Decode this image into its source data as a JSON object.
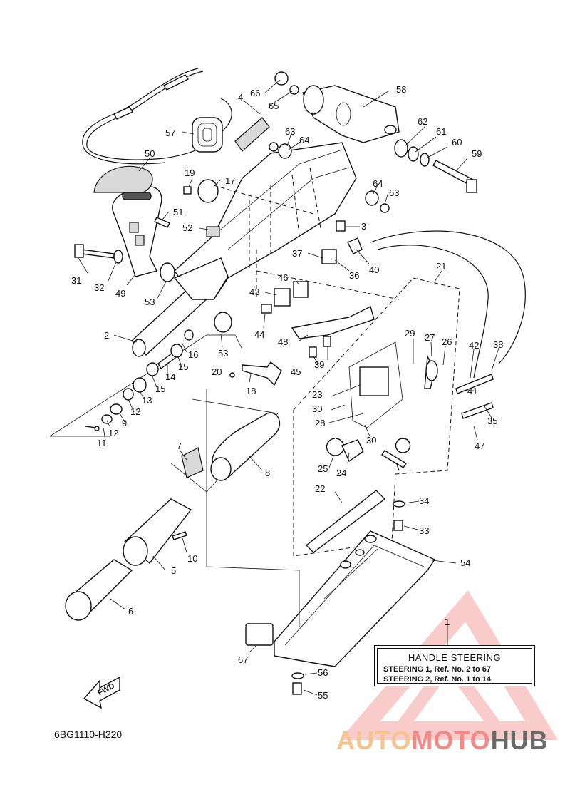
{
  "diagram": {
    "code": "6BG1110-H220",
    "fwd_label": "FWD",
    "legend": {
      "title": "HANDLE STEERING",
      "rows": [
        "STEERING 1, Ref. No. 2 to 67",
        "STEERING 2, Ref. No. 1 to 14"
      ]
    },
    "callouts": [
      {
        "id": "c1",
        "label": "1"
      },
      {
        "id": "c2",
        "label": "2"
      },
      {
        "id": "c3",
        "label": "3"
      },
      {
        "id": "c4",
        "label": "4"
      },
      {
        "id": "c5",
        "label": "5"
      },
      {
        "id": "c6",
        "label": "6"
      },
      {
        "id": "c7",
        "label": "7"
      },
      {
        "id": "c8",
        "label": "8"
      },
      {
        "id": "c9",
        "label": "9"
      },
      {
        "id": "c10",
        "label": "10"
      },
      {
        "id": "c11",
        "label": "11"
      },
      {
        "id": "c12a",
        "label": "12"
      },
      {
        "id": "c12b",
        "label": "12"
      },
      {
        "id": "c13",
        "label": "13"
      },
      {
        "id": "c14",
        "label": "14"
      },
      {
        "id": "c15a",
        "label": "15"
      },
      {
        "id": "c15b",
        "label": "15"
      },
      {
        "id": "c16",
        "label": "16"
      },
      {
        "id": "c17",
        "label": "17"
      },
      {
        "id": "c18",
        "label": "18"
      },
      {
        "id": "c19",
        "label": "19"
      },
      {
        "id": "c20",
        "label": "20"
      },
      {
        "id": "c21",
        "label": "21"
      },
      {
        "id": "c22",
        "label": "22"
      },
      {
        "id": "c23",
        "label": "23"
      },
      {
        "id": "c24",
        "label": "24"
      },
      {
        "id": "c25",
        "label": "25"
      },
      {
        "id": "c26",
        "label": "26"
      },
      {
        "id": "c27",
        "label": "27"
      },
      {
        "id": "c28",
        "label": "28"
      },
      {
        "id": "c29",
        "label": "29"
      },
      {
        "id": "c30a",
        "label": "30"
      },
      {
        "id": "c30b",
        "label": "30"
      },
      {
        "id": "c31",
        "label": "31"
      },
      {
        "id": "c32",
        "label": "32"
      },
      {
        "id": "c33",
        "label": "33"
      },
      {
        "id": "c34",
        "label": "34"
      },
      {
        "id": "c35",
        "label": "35"
      },
      {
        "id": "c36",
        "label": "36"
      },
      {
        "id": "c37",
        "label": "37"
      },
      {
        "id": "c38",
        "label": "38"
      },
      {
        "id": "c39",
        "label": "39"
      },
      {
        "id": "c40",
        "label": "40"
      },
      {
        "id": "c41",
        "label": "41"
      },
      {
        "id": "c42",
        "label": "42"
      },
      {
        "id": "c43",
        "label": "43"
      },
      {
        "id": "c44",
        "label": "44"
      },
      {
        "id": "c45",
        "label": "45"
      },
      {
        "id": "c46",
        "label": "46"
      },
      {
        "id": "c47",
        "label": "47"
      },
      {
        "id": "c48",
        "label": "48"
      },
      {
        "id": "c49",
        "label": "49"
      },
      {
        "id": "c50",
        "label": "50"
      },
      {
        "id": "c51",
        "label": "51"
      },
      {
        "id": "c52",
        "label": "52"
      },
      {
        "id": "c53a",
        "label": "53"
      },
      {
        "id": "c53b",
        "label": "53"
      },
      {
        "id": "c54",
        "label": "54"
      },
      {
        "id": "c55",
        "label": "55"
      },
      {
        "id": "c56",
        "label": "56"
      },
      {
        "id": "c57",
        "label": "57"
      },
      {
        "id": "c58",
        "label": "58"
      },
      {
        "id": "c59",
        "label": "59"
      },
      {
        "id": "c60",
        "label": "60"
      },
      {
        "id": "c61",
        "label": "61"
      },
      {
        "id": "c62",
        "label": "62"
      },
      {
        "id": "c63a",
        "label": "63"
      },
      {
        "id": "c63b",
        "label": "63"
      },
      {
        "id": "c64a",
        "label": "64"
      },
      {
        "id": "c64b",
        "label": "64"
      },
      {
        "id": "c65",
        "label": "65"
      },
      {
        "id": "c66",
        "label": "66"
      },
      {
        "id": "c67",
        "label": "67"
      }
    ]
  },
  "watermark": {
    "part1": "AUTO",
    "part2": "MOTO",
    "part3": "HUB",
    "colors": {
      "part1": "#f6c28f",
      "part2": "#f08a86",
      "part3": "#6a6a6a",
      "triangle": "#f4a3a0"
    }
  }
}
